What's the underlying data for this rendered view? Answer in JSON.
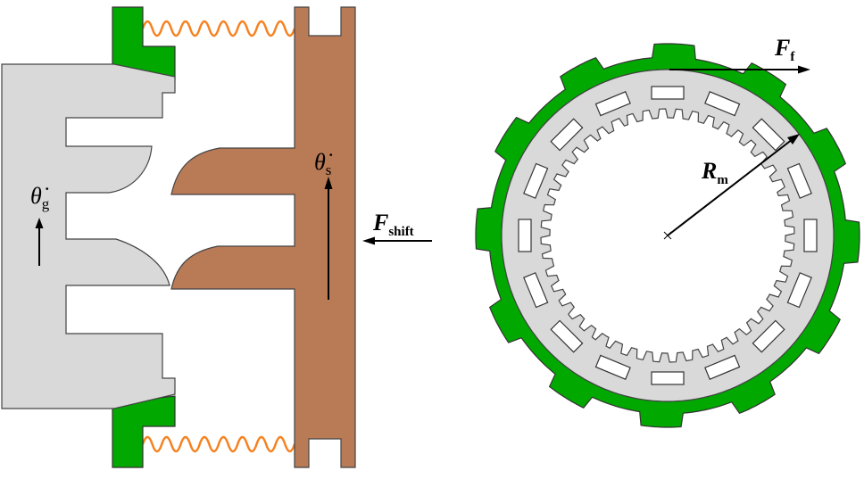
{
  "labels": {
    "theta_g": {
      "symbol": "θ̇",
      "subscript": "g"
    },
    "theta_s": {
      "symbol": "θ̇",
      "subscript": "s"
    },
    "f_shift": {
      "symbol": "F",
      "subscript": "shift"
    },
    "f_f": {
      "symbol": "F",
      "subscript": "f"
    },
    "r_m": {
      "symbol": "R",
      "subscript": "m"
    }
  },
  "colors": {
    "gray_part": "#d9d9d9",
    "brown_part": "#b97a56",
    "green_part": "#00a800",
    "spring": "#f58220",
    "outline": "#444444",
    "arrow": "#000000"
  }
}
